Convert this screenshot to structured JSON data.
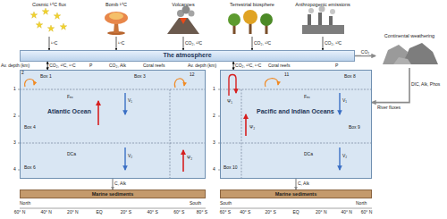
{
  "diagram": {
    "nodes": [
      {
        "text": [
          "Cosmic ¹⁴C flux"
        ]
      },
      {
        "text": [
          "Bomb ¹⁴C"
        ]
      },
      {
        "text": [
          "Volcanoes"
        ]
      },
      {
        "text": [
          "Terrestrial biosphere"
        ]
      },
      {
        "text": [
          "Anthropogenic emissions"
        ]
      },
      {
        "text": [
          "Continental weathering"
        ]
      },
      {
        "text": [
          "The atmosphere"
        ]
      },
      {
        "text": [
          "Atlantic Ocean"
        ]
      },
      {
        "text": [
          "Pacific and Indian Oceans"
        ]
      },
      {
        "text": [
          "Marine sediments"
        ]
      },
      {
        "text": [
          "Marine sediments"
        ]
      }
    ],
    "edges": [
      {
        "from": 0,
        "to": 6,
        "arrow": "to",
        "label": "¹⁴C"
      },
      {
        "from": 1,
        "to": 6,
        "arrow": "to",
        "label": "¹⁴C"
      },
      {
        "from": 2,
        "to": 6,
        "arrow": "to",
        "label": "CO₂, ¹³C"
      },
      {
        "from": 3,
        "to": 6,
        "arrow": "to",
        "label": "CO₂, ¹³C"
      },
      {
        "from": 4,
        "to": 6,
        "arrow": "to",
        "label": "CO₂, ¹³C"
      },
      {
        "from": 6,
        "to": 7,
        "arrow": "both",
        "label": "CO₂, ¹³C, ¹⁴C"
      },
      {
        "from": 6,
        "to": 8,
        "arrow": "both",
        "label": "CO₂, ¹³C, ¹⁴C"
      },
      {
        "from": 6,
        "to": 5,
        "arrow": "to",
        "label": "CO₂"
      },
      {
        "from": 5,
        "to": 8,
        "arrow": "to",
        "label": "DIC, Alk, Phos"
      },
      {
        "from": 7,
        "to": 9,
        "arrow": "to",
        "label": "C, Alk"
      },
      {
        "from": 8,
        "to": 10,
        "arrow": "to",
        "label": "C, Alk"
      }
    ],
    "labels": [
      "Av. depth (km)",
      "P",
      "CO₂, Alk",
      "Coral reefs",
      "Av. depth (km)",
      "Coral reefs",
      "P",
      "2",
      "Box 1",
      "Box 3",
      "12",
      "Fₑₓ",
      "V₁",
      "Box 4",
      "Ψ₂",
      "DCa",
      "V₂",
      "Box 6",
      "1",
      "2",
      "3",
      "4",
      "Ψ₁",
      "11",
      "Box 8",
      "Fₑₓ",
      "V₁",
      "Ψ₂",
      "Box 9",
      "DCa",
      "V₂",
      "Box 10",
      "1",
      "2",
      "3",
      "4",
      "River fluxes",
      "North",
      "South",
      "60° N",
      "40° N",
      "20° N",
      "EQ",
      "20° S",
      "40° S",
      "60° S",
      "80° S",
      "South",
      "North",
      "60° S",
      "40° S",
      "20° S",
      "EQ",
      "20° N",
      "40° N",
      "60° N"
    ]
  }
}
